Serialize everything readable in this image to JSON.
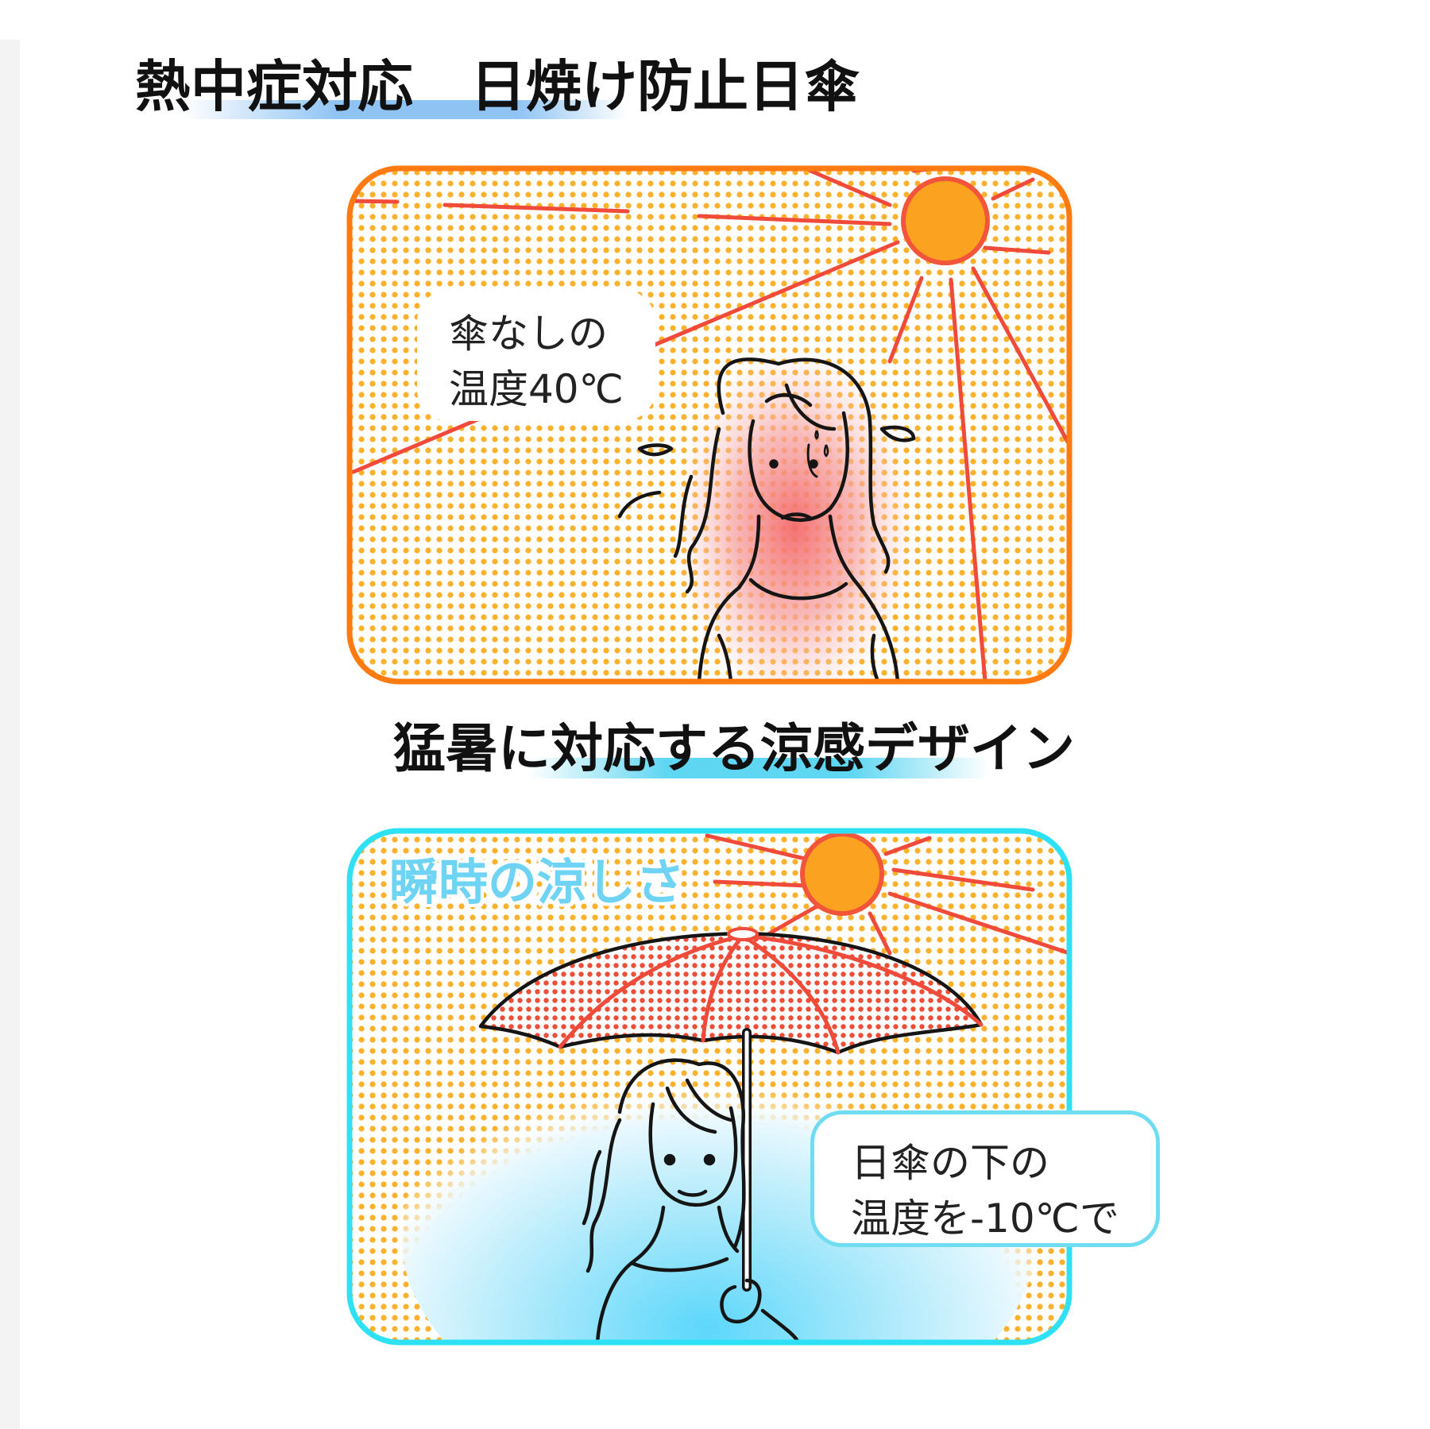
{
  "header": {
    "title_part1": "熱中症対応",
    "title_part2": "日焼け防止日傘"
  },
  "panel_hot": {
    "bubble_line1": "傘なしの",
    "bubble_line2": "温度40℃"
  },
  "middle": {
    "subtitle": "猛暑に対応する涼感デザイン"
  },
  "panel_cool": {
    "heading": "瞬時の涼しさ",
    "bubble_line1": "日傘の下の",
    "bubble_line2": "温度を-10℃で"
  },
  "colors": {
    "hot_border": "#ff7a10",
    "cool_border": "#2fe1f5",
    "sun": "#fba321",
    "sun_outline": "#f2553a",
    "dots": "#fbb12b",
    "ray": "#f04a3a",
    "umbrella_dots": "#ee4d36",
    "cool_glow": "#7ddcfa",
    "hot_glow": "#f58a8a"
  },
  "icons": {
    "sun": "sun-icon",
    "umbrella": "umbrella-icon",
    "woman": "woman-figure"
  }
}
